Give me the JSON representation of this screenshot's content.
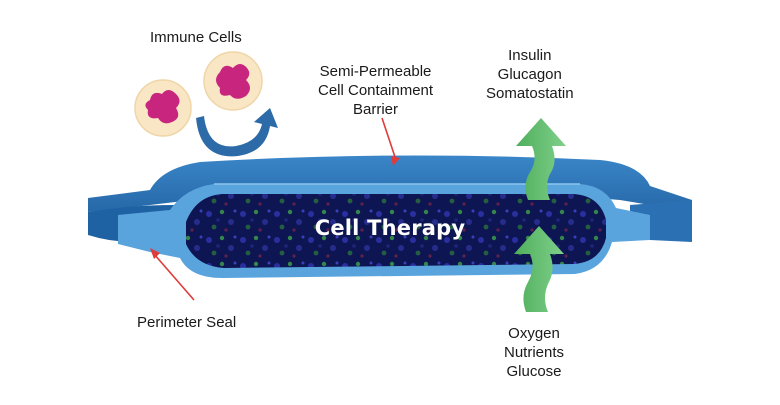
{
  "labels": {
    "immune_cells": "Immune Cells",
    "barrier": [
      "Semi-Permeable",
      "Cell Containment",
      "Barrier"
    ],
    "hormones": [
      "Insulin",
      "Glucagon",
      "Somatostatin"
    ],
    "perimeter_seal": "Perimeter Seal",
    "inputs": [
      "Oxygen",
      "Nutrients",
      "Glucose"
    ],
    "center": "Cell Therapy"
  },
  "colors": {
    "device_outer": "#2a73b5",
    "device_rim": "#5aa4de",
    "device_edge": "#1e5e9a",
    "cell_fill": "#f9e6c4",
    "nucleus": "#c8267e",
    "arrow_green": "#5fbe6c",
    "pointer_red": "#e03a3a",
    "curved_arrow": "#2d6aa8"
  }
}
